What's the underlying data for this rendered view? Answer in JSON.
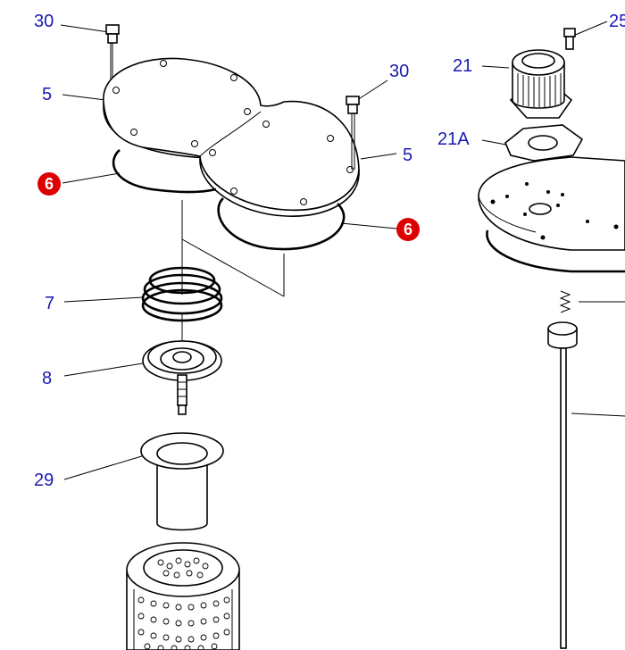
{
  "callouts": {
    "c30a": "30",
    "c5a": "5",
    "c30b": "30",
    "c5b": "5",
    "c6a": "6",
    "c6b": "6",
    "c7": "7",
    "c8": "8",
    "c29": "29",
    "c21": "21",
    "c21a": "21A",
    "c25": "25"
  },
  "colors": {
    "label_blue": "#1a1ab4",
    "badge_red": "#dd0000"
  }
}
